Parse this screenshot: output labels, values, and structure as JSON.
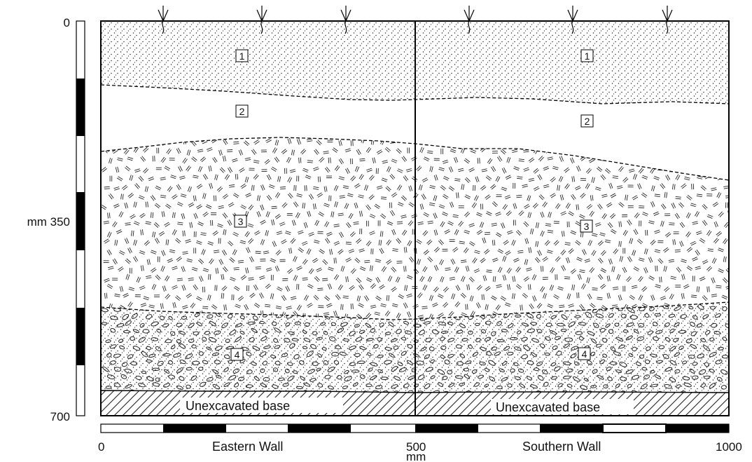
{
  "vertical_scale": {
    "tick_top": "0",
    "tick_mid": "mm 350",
    "tick_bottom": "700"
  },
  "horizontal_scale": {
    "tick_left": "0",
    "tick_mid": "500",
    "tick_right": "1000",
    "unit": "mm"
  },
  "walls": {
    "left_name": "Eastern Wall",
    "right_name": "Southern Wall"
  },
  "layers": {
    "eastern": [
      "1",
      "2",
      "3",
      "4"
    ],
    "southern": [
      "1",
      "2",
      "3",
      "4"
    ]
  },
  "base": {
    "eastern": "Unexcavated base",
    "southern": "Unexcavated base"
  },
  "colors": {
    "ink": "#111111",
    "paper": "#ffffff"
  }
}
